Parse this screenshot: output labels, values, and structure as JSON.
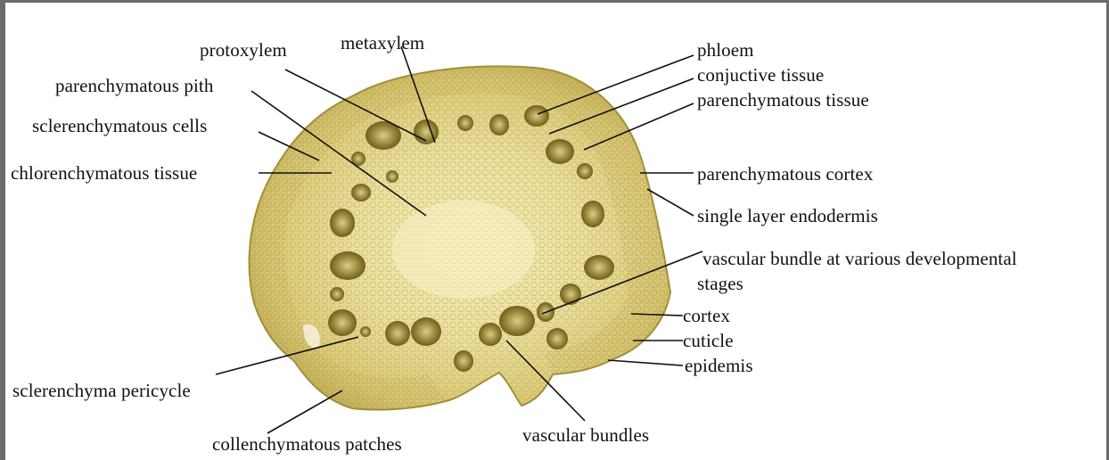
{
  "colors": {
    "frame": "#6b6b6b",
    "section_light": "#efe6a6",
    "section_mid": "#d7c770",
    "section_dark": "#8c7a2a",
    "leader_line": "#111111"
  },
  "labels": {
    "protoxylem": "protoxylem",
    "metaxylem": "metaxylem",
    "phloem": "phloem",
    "parenchymatous_pith": "parenchymatous pith",
    "conjuctive_tissue": "conjuctive tissue",
    "parenchymatous_tissue": "parenchymatous tissue",
    "sclerenchymatous_cells": "sclerenchymatous cells",
    "chlorenchymatous_tissue": "chlorenchymatous tissue",
    "parenchymatous_cortex": "parenchymatous cortex",
    "single_layer_endodermis": "single layer endodermis",
    "vascular_bundle_developmental_line1": "vascular bundle at various developmental",
    "vascular_bundle_developmental_line2": "stages",
    "cortex": "cortex",
    "cuticle": "cuticle",
    "epidemis": "epidemis",
    "sclerenchyma_pericycle": "sclerenchyma pericycle",
    "collenchymatous_patches": "collenchymatous patches",
    "vascular_bundles": "vascular bundles"
  }
}
